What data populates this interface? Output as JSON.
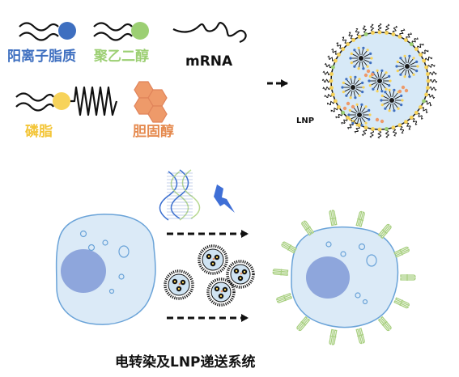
{
  "labels": {
    "ionizable_lipid": "阳离子脂质",
    "peg": "聚乙二醇",
    "mrna": "mRNA",
    "phospholipid": "磷脂",
    "cholesterol": "胆固醇",
    "lnp": "LNP",
    "caption": "电转染及LNP递送系统"
  },
  "colors": {
    "ionizable_lipid": "#3e6fc0",
    "peg": "#9ccf73",
    "phospholipid": "#f7d35a",
    "cholesterol": "#ee9a6a",
    "cell_fill": "#dbeaf7",
    "nucleus": "#8ea6dc",
    "receptor": "#b8d992",
    "dna_blue": "#3a6fd0",
    "lightning": "#3f6fd6"
  },
  "icons": [
    "lightning-icon",
    "dna-helix-icon",
    "arrow-icon"
  ]
}
